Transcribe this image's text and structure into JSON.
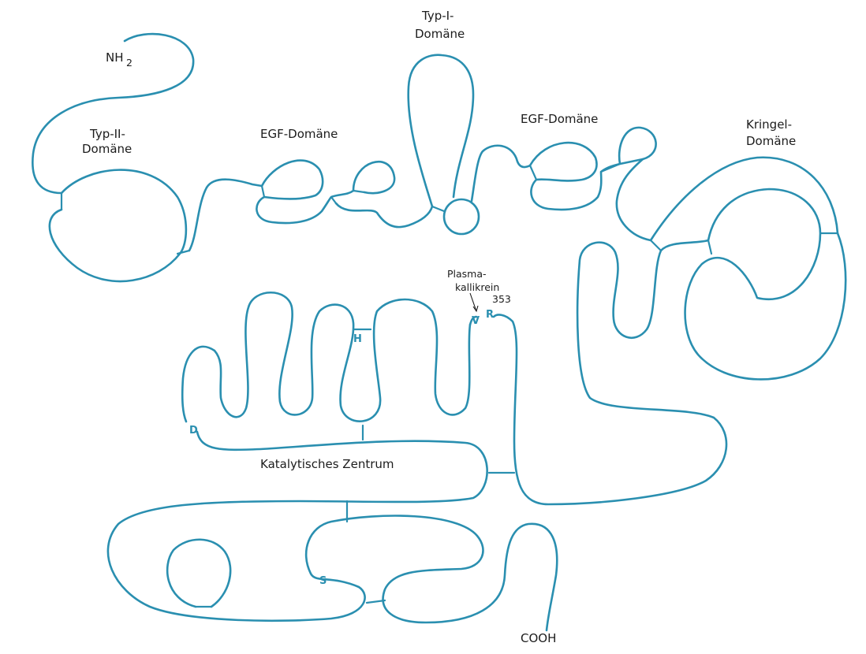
{
  "colors": {
    "chain": "#2a8fb0",
    "text": "#1c1c1c",
    "background": "#ffffff"
  },
  "labels": {
    "nh2_main": "NH",
    "nh2_sub": "2",
    "typ2_line1": "Typ-II-",
    "typ2_line2": "Domäne",
    "egf1": "EGF-Domäne",
    "typ1_line1": "Typ-I-",
    "typ1_line2": "Domäne",
    "egf2": "EGF-Domäne",
    "kringel_line1": "Kringel-",
    "kringel_line2": "Domäne",
    "plasma_line1": "Plasma-",
    "plasma_line2": "kallikrein",
    "position": "353",
    "catalytic": "Katalytisches Zentrum",
    "cooh": "COOH"
  },
  "residues": {
    "v": "V",
    "r": "R",
    "h": "H",
    "d": "D",
    "s": "S"
  }
}
